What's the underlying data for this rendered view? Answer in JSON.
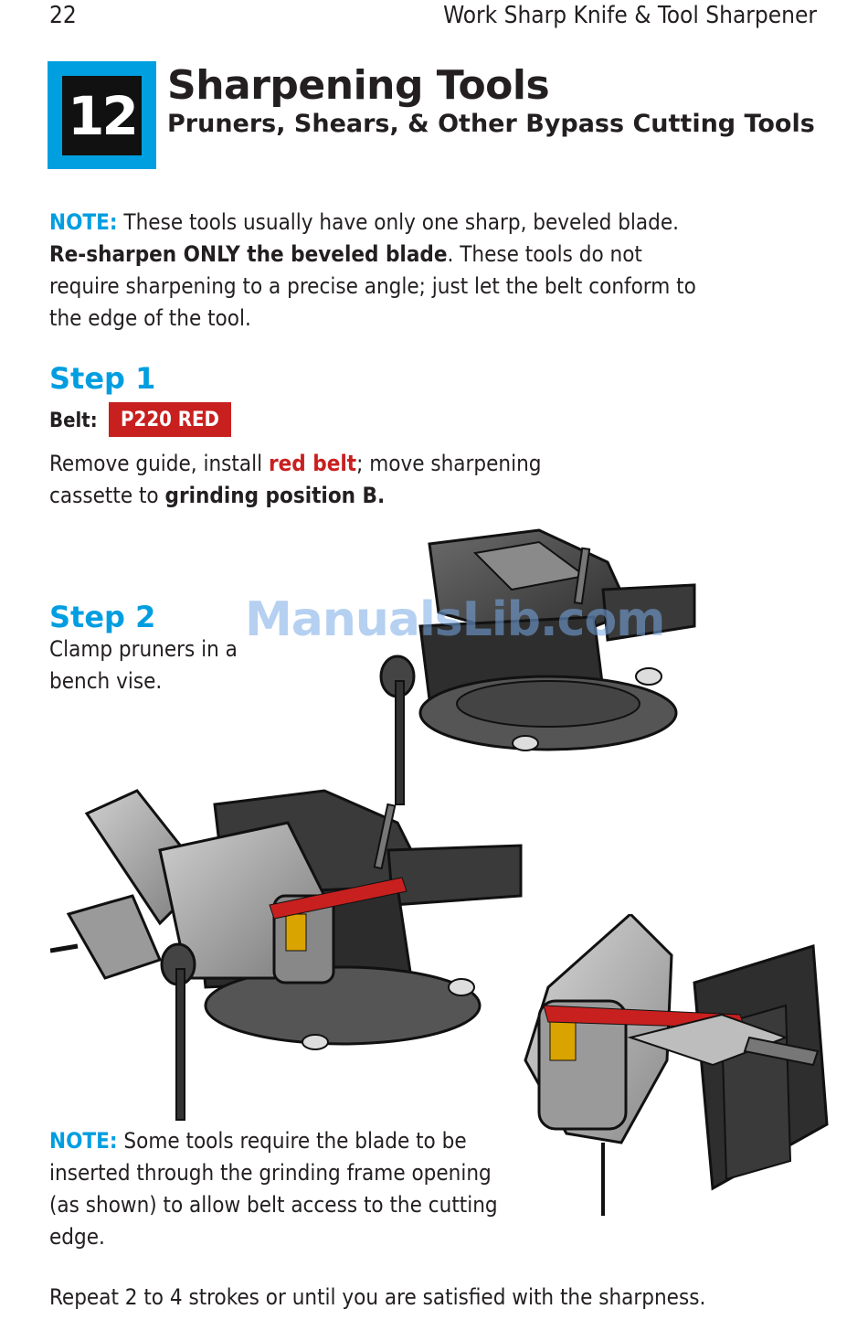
{
  "header": {
    "page_number": "22",
    "running_title": "Work Sharp Knife & Tool Sharpener"
  },
  "chapter": {
    "number": "12",
    "title": "Sharpening Tools",
    "subtitle": "Pruners, Shears, & Other Bypass Cutting Tools"
  },
  "note1": {
    "label": "NOTE:",
    "text_1": " These tools usually have only one sharp, beveled blade.",
    "bold": "Re-sharpen ONLY the beveled blade",
    "text_2": ". These tools do not require sharpening to a precise angle; just let the belt conform to the edge of the tool."
  },
  "step1": {
    "heading": "Step 1",
    "belt_label": "Belt:",
    "belt_badge": "P220 RED",
    "text_1": "Remove guide, install ",
    "red": "red belt",
    "text_2": "; move sharpening cassette to ",
    "bold": "grinding position B."
  },
  "step2": {
    "heading": "Step 2",
    "text": "Clamp pruners in a bench vise."
  },
  "watermark": "ManualsLib.com",
  "note2": {
    "label": "NOTE:",
    "text": " Some tools require the blade to be inserted through the grinding frame opening (as shown) to allow belt access to the cutting edge."
  },
  "footer_text": "Repeat 2 to 4 strokes or until you are satisfied with the sharpness.",
  "colors": {
    "accent_blue": "#009ee0",
    "accent_red": "#c8201f"
  }
}
